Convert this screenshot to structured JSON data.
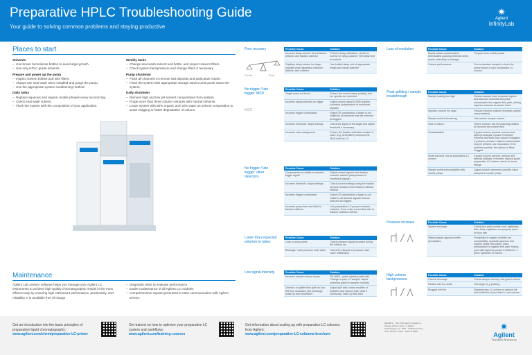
{
  "header": {
    "title": "Preparative HPLC Troubleshooting Guide",
    "subtitle": "Your guide to solving common problems and staying productive",
    "brand_line1": "Agilent",
    "brand_line2": "InfinityLab"
  },
  "places": {
    "heading": "Places to start",
    "solvents_h": "Solvents",
    "solvents": [
      "Use brown borosilicate bottles to avoid algal growth.",
      "Use only HPLC grade solvents."
    ],
    "prepare_h": "Prepare and power up the pump",
    "prepare": [
      "Inspect solvent bottles and inlet filters.",
      "Always use seal wash when installed and purge the pump.",
      "Use the appropriate system conditioning method."
    ],
    "daily_h": "Daily tasks",
    "daily": [
      "Replace aqueous and organic mobile phases every second day.",
      "Check seal wash solvent.",
      "Flush the system with the composition of your application."
    ],
    "weekly_h": "Weekly tasks",
    "weekly": [
      "Change seal wash solvent and bottle, and inspect solvent filters.",
      "Check system backpressure and change filters if necessary."
    ],
    "pump_h": "Pump shutdown",
    "pump": [
      "Flush all channels to remove salt deposits and particulate matter.",
      "Flush the system with appropriate storage solvent and power down the system."
    ],
    "dailyshut_h": "Daily shutdown",
    "dailyshut": [
      "Remove high and low pH solvent compositions from system.",
      "Purge more than three column volumes with neutral solvents.",
      "Leave system with 80% organic and 10% water as solvent composition to avoid clogging or faster degradation of column."
    ]
  },
  "maintenance": {
    "heading": "Maintenance",
    "text": "Agilent Lab Advisor software helps you manage your Agilent LC instruments to achieve high-quality chromatographic results in the most efficient way by ensuring high instrument performance, productivity, and reliability. It is available free of charge",
    "bullets": [
      "Diagnostic tests to evaluate performance",
      "Easier maintenance of all Agilent LC modules",
      "Comprehensive reports generated to ease communication with Agilent service"
    ]
  },
  "mid": {
    "poor_recovery": {
      "label": "Poor recovery",
      "crude": "Crude",
      "pure": "Pure",
      "head": [
        "Possible Cause",
        "Solution"
      ],
      "rows": [
        [
          "Incorrect delay volume: time between detector and fraction collector",
          "Perform delay calibration; check for correct UV delay volume / MS delay time in method"
        ],
        [
          "Capillary delay volume too large: possible peak dispersion between detector and collector",
          "Use bottled delay unit of appropriate length and inside diameter"
        ]
      ]
    },
    "no_trigger_msd": {
      "label": "No trigger / late trigger: MSD",
      "sub": "MSD",
      "head": [
        "Possible Cause",
        "Solution"
      ],
      "rows": [
        [
          "Target mass not found",
          "Ensure the correct mass, polarity, and ion species are selected"
        ],
        [
          "Incorrect signal selected as trigger",
          "Select correct signal in MSD fraction collection (independent of monitored signals)"
        ],
        [
          "Incorrect trigger combination",
          "Select OR combination if target is not visible by all detectors that are selected as triggers"
        ],
        [
          "Incorrect threshold / slope settings",
          "Check the signal of the target and adjust threshold if necessary"
        ],
        [
          "Incorrect valve assignment",
          "Ensure the fraction collection module Y-valve (e.g. 5190-8857) connects the MSD with the LC"
        ]
      ]
    },
    "no_trigger_other": {
      "label": "No trigger / late trigger: other detectors",
      "head": [
        "Possible Cause",
        "Solution"
      ],
      "rows": [
        [
          "Components not visible in selected trigger signal",
          "Select correct signal in the fraction collector method (independent of monitored signals)"
        ],
        [
          "Incorrect threshold / slope settings",
          "Check current settings using the fraction preview function of the fraction collector method"
        ],
        [
          "Incorrect trigger combination",
          "Select OR combination if target is not visible in all detector signals that are selected as triggers"
        ],
        [
          "Incorrect pump flow rate listed in fraction collector",
          "Link preparative LC pump to fraction collector; if not, enter correct flow rate in fraction collector method"
        ]
      ]
    },
    "lower_volumes": {
      "label": "Lower than expected volumes in tubes",
      "head": [
        "Possible Cause",
        "Solution"
      ],
      "rows": [
        [
          "Leak in pump prime",
          "Check pressure signal recorded during the fraction run"
        ],
        [
          "Blockage / slow pressure relief valve",
          "Check for blocked or pressure relief valve malfunction"
        ]
      ]
    },
    "low_signal": {
      "label": "Low signal intensity",
      "head": [
        "Possible Cause",
        "Solution"
      ],
      "rows": [
        [
          "Incorrect sample volume drawn",
          "Fill 180% - prime injection path with Change to prep LC sample; adjust sampling speed to sample viscosity"
        ],
        [
          "Detector or splitter flow split too low; MS flow modulator and exchange; make-up flow insufficient",
          "Adjust split ratio; check modifier or switches and replace tube valve if necessary; make-up flow ratio"
        ]
      ]
    }
  },
  "right": {
    "loss_resolution": {
      "label": "Loss of resolution",
      "head": [
        "Possible Cause",
        "Solution"
      ],
      "rows": [
        [
          "Mobile phase contaminated, deteriorated (causing retention times and/or selectivity to change)",
          "Prepare fresh mobile phase"
        ],
        [
          "Column performance",
          "Run a standard sample to check the performance of your preparative LC column"
        ]
      ]
    },
    "peak_split": {
      "label": "Peak splitting / sample breakthrough",
      "head": [
        "Possible Cause",
        "Solution"
      ],
      "rows": [
        [
          "Sample loading too high",
          "Reduce sample load; separate organic and aqueous channels and place autosampler into organic flow path, adding aqueous channel at column head"
        ],
        [
          "Injection volume too large",
          "Reduce injection volume (increase sample concentration)"
        ],
        [
          "Sample solvent too strong",
          "Use weaker sample solvent"
        ],
        [
          "Void in column",
          "Void in column; use the planning shallow to recovery the column bed"
        ],
        [
          "Contamination",
          "If guard column present, remove and attempt analysis; replace if needed; Reverse and flush prep column if clogged; if problem persists, retained contaminants may be present; use restoration; if the problem persists, the column is likely clogged"
        ],
        [
          "Small (severe) void at preparative LC column",
          "If guard column present, remove and attempt analysis; if needed, replace guard preparative LC column; check for loose fittings"
        ],
        [
          "Sample solvent incompatible with mobile phase",
          "Adjust solvent; wherever possible, inject samples in mobile phase"
        ]
      ]
    },
    "pressure_increase": {
      "label": "Pressure increase",
      "head": [
        "Possible Cause",
        "Solution"
      ],
      "rows": [
        [
          "System blockage",
          "Check flow path (needle seat, capillaries, filter, frits); capillaries not properly sized for flow rate"
        ],
        [
          "Water/organic aqueous buffer precipitates",
          "Precipitate of organic modifier not compatibility; separate aqueous and organic phase flow paths; place autosampler in organic flow path; Mixing point with aqueous phase is shifted to T-piece upstream of column"
        ]
      ]
    },
    "high_background": {
      "label": "High column backpressure",
      "head": [
        "Possible Cause",
        "Solution"
      ],
      "rows": [
        [
          "Column blockage",
          "Check sample cleanup; test guard column"
        ],
        [
          "Particle size too small",
          "Use larger d_p packing"
        ],
        [
          "Plugged inlet frit",
          "Replace prep LC column or replace the inlet outlet frit of your load & Lock column"
        ]
      ]
    }
  },
  "footer": {
    "f1_text": "Get an introduction into the basic principles of preparative liquid chromatography:",
    "f1_link": "www.agilent.com/chem/preparative-LC-primer",
    "f2_text": "Get trained on how to optimize your preparative LC system and workflows:",
    "f2_link": "www.agilent.com/training-courses",
    "f3_text": "Get information about scaling up with preparative LC columns from Agilent:",
    "f3_link": "www.agilent.com/preparative-LC-columns-brochure",
    "fine": "DE44271 · This information is subject to change without notice. © Agilent Technologies, Inc. 2021 · Published in the USA, March 1, 2021 · 5994-3133EN",
    "brand": "Agilent",
    "tagline": "Trusted Answers"
  }
}
